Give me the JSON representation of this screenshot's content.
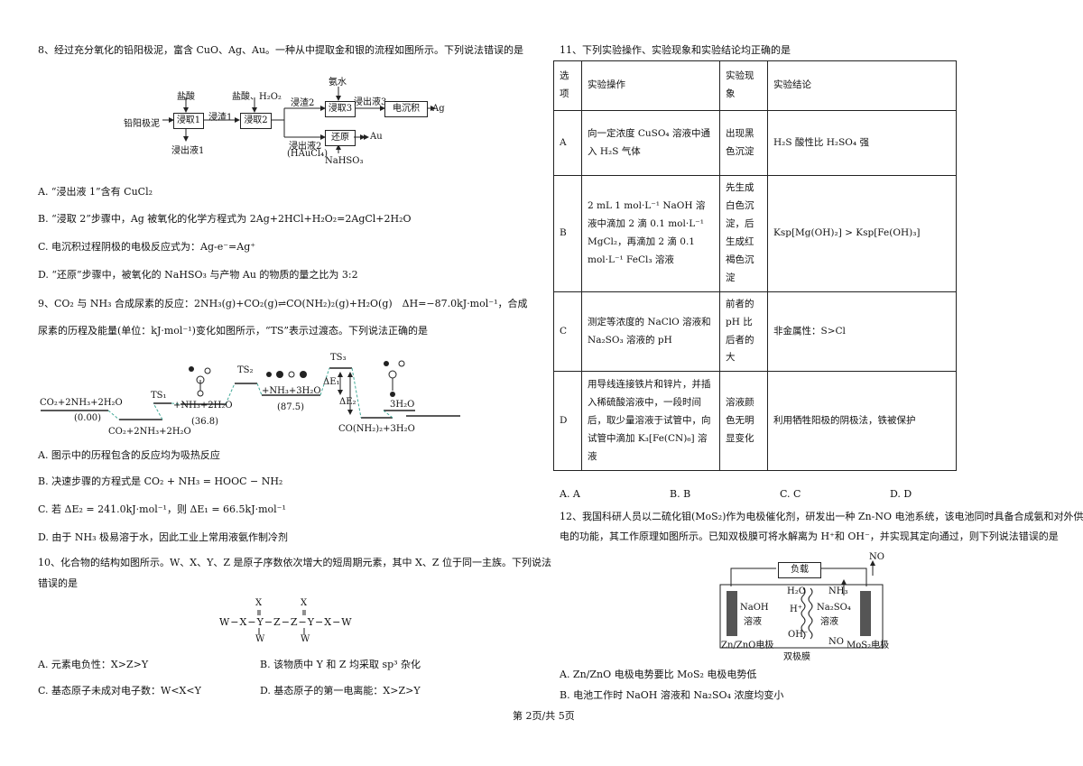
{
  "left": {
    "q8": {
      "stem": "8、经过充分氧化的铅阳极泥，富含 CuO、Ag、Au。一种从中提取金和银的流程如图所示。下列说法错误的是",
      "flow": {
        "start": "铅阳极泥",
        "b1": "浸取1",
        "b1_in": "盐酸",
        "b1_out": "浸出液1",
        "r1": "浸渣1",
        "b2": "浸取2",
        "b2_in": "盐酸、H₂O₂",
        "r2": "浸渣2",
        "b3": "浸取3",
        "b3_in": "氨水",
        "l3": "浸出液3",
        "b4": "电沉积",
        "p_ag": "Ag",
        "l2": "浸出液2",
        "l2b": "(HAuCl₄)",
        "b5": "还原",
        "b5_in": "NaHSO₃",
        "p_au": "Au"
      },
      "options": [
        "A. “浸出液 1”含有 CuCl₂",
        "B. “浸取 2”步骤中，Ag 被氧化的化学方程式为 2Ag+2HCl+H₂O₂=2AgCl+2H₂O",
        "C. 电沉积过程阴极的电极反应式为：Ag-e⁻=Ag⁺",
        "D. “还原”步骤中，被氧化的 NaHSO₃ 与产物 Au 的物质的量之比为 3:2"
      ]
    },
    "q9": {
      "stem1": "9、CO₂ 与 NH₃ 合成尿素的反应：2NH₃(g)+CO₂(g)⇌CO(NH₂)₂(g)+H₂O(g)　ΔH=−87.0kJ·mol⁻¹，合成",
      "stem2": "尿素的历程及能量(单位：kJ·mol⁻¹)变化如图所示，“TS”表示过渡态。下列说法正确的是",
      "diagram": {
        "s0": "CO₂+2NH₃+2H₂O",
        "s0v": "(0.00)",
        "ts1": "TS₁",
        "s1": "CO₂+2NH₃+2H₂O",
        "s2": "+NH₃+2H₂O",
        "s2v": "(36.8)",
        "ts2": "TS₂",
        "s3": "+NH₃+3H₂O",
        "s3v": "(87.5)",
        "ts3": "TS₃",
        "e1": "ΔE₁",
        "e2": "ΔE₂",
        "s4": "3H₂O",
        "s5": "CO(NH₂)₂+3H₂O"
      },
      "options": [
        "A. 图示中的历程包含的反应均为吸热反应",
        "B. 决速步骤的方程式是 CO₂ + NH₃ = HOOC − NH₂",
        "C. 若 ΔE₂ = 241.0kJ·mol⁻¹，则 ΔE₁ = 66.5kJ·mol⁻¹",
        "D. 由于 NH₃ 极易溶于水，因此工业上常用液氨作制冷剂"
      ]
    },
    "q10": {
      "stem1": "10、化合物的结构如图所示。W、X、Y、Z 是原子序数依次增大的短周期元素，其中 X、Z 位于同一主族。下列说法",
      "stem2": "错误的是",
      "structure": {
        "line": "W−X−Y−Z−Z−Y−X−W",
        "top": "X",
        "bottom": "W"
      },
      "options": [
        "A. 元素电负性：X>Z>Y",
        "B. 该物质中 Y 和 Z 均采取 sp³ 杂化",
        "C. 基态原子未成对电子数：W<X<Y",
        "D. 基态原子的第一电离能：X>Z>Y"
      ]
    }
  },
  "right": {
    "q11": {
      "stem": "11、下列实验操作、实验现象和实验结论均正确的是",
      "headers": [
        "选项",
        "实验操作",
        "实验现象",
        "实验结论"
      ],
      "rows": [
        {
          "opt": "A",
          "op": "向一定浓度 CuSO₄ 溶液中通入 H₂S 气体",
          "ph": "出现黑色沉淀",
          "con": "H₂S 酸性比 H₂SO₄ 强"
        },
        {
          "opt": "B",
          "op": "2 mL 1 mol·L⁻¹ NaOH 溶液中滴加 2 滴 0.1 mol·L⁻¹ MgCl₂，再滴加 2 滴 0.1 mol·L⁻¹ FeCl₃ 溶液",
          "ph": "先生成白色沉淀，后生成红褐色沉淀",
          "con": "Ksp[Mg(OH)₂] > Ksp[Fe(OH)₃]"
        },
        {
          "opt": "C",
          "op": "测定等浓度的 NaClO 溶液和 Na₂SO₃ 溶液的 pH",
          "ph": "前者的 pH 比后者的大",
          "con": "非金属性：S>Cl"
        },
        {
          "opt": "D",
          "op": "用导线连接铁片和锌片，并插入稀硫酸溶液中，一段时间后，取少量溶液于试管中，向试管中滴加 K₃[Fe(CN)₆] 溶液",
          "ph": "溶液颜色无明显变化",
          "con": "利用牺牲阳极的阴极法，铁被保护"
        }
      ],
      "answers": [
        "A. A",
        "B. B",
        "C. C",
        "D. D"
      ]
    },
    "q12": {
      "stem1": "12、我国科研人员以二硫化钼(MoS₂)作为电极催化剂，研发出一种 Zn-NO 电池系统，该电池同时具备合成氨和对外供",
      "stem2": "电的功能，其工作原理如图所示。已知双极膜可将水解离为 H⁺和 OH⁻，并实现其定向通过，则下列说法错误的是",
      "cell": {
        "load": "负载",
        "no_top": "NO",
        "left_sol1": "NaOH",
        "left_sol2": "溶液",
        "h2o": "H₂O",
        "hplus": "H⁺",
        "ohminus": "OH⁻",
        "nh3": "NH₃",
        "right_sol1": "Na₂SO₄",
        "right_sol2": "溶液",
        "left_el": "Zn/ZnO电极",
        "right_el": "MoS₂电极",
        "no_side": "NO",
        "membrane": "双极膜"
      },
      "options": [
        "A. Zn/ZnO 电极电势要比 MoS₂ 电极电势低",
        "B. 电池工作时 NaOH 溶液和 Na₂SO₄ 浓度均变小"
      ]
    }
  },
  "footer": {
    "page": "第 2页/共 5页"
  }
}
